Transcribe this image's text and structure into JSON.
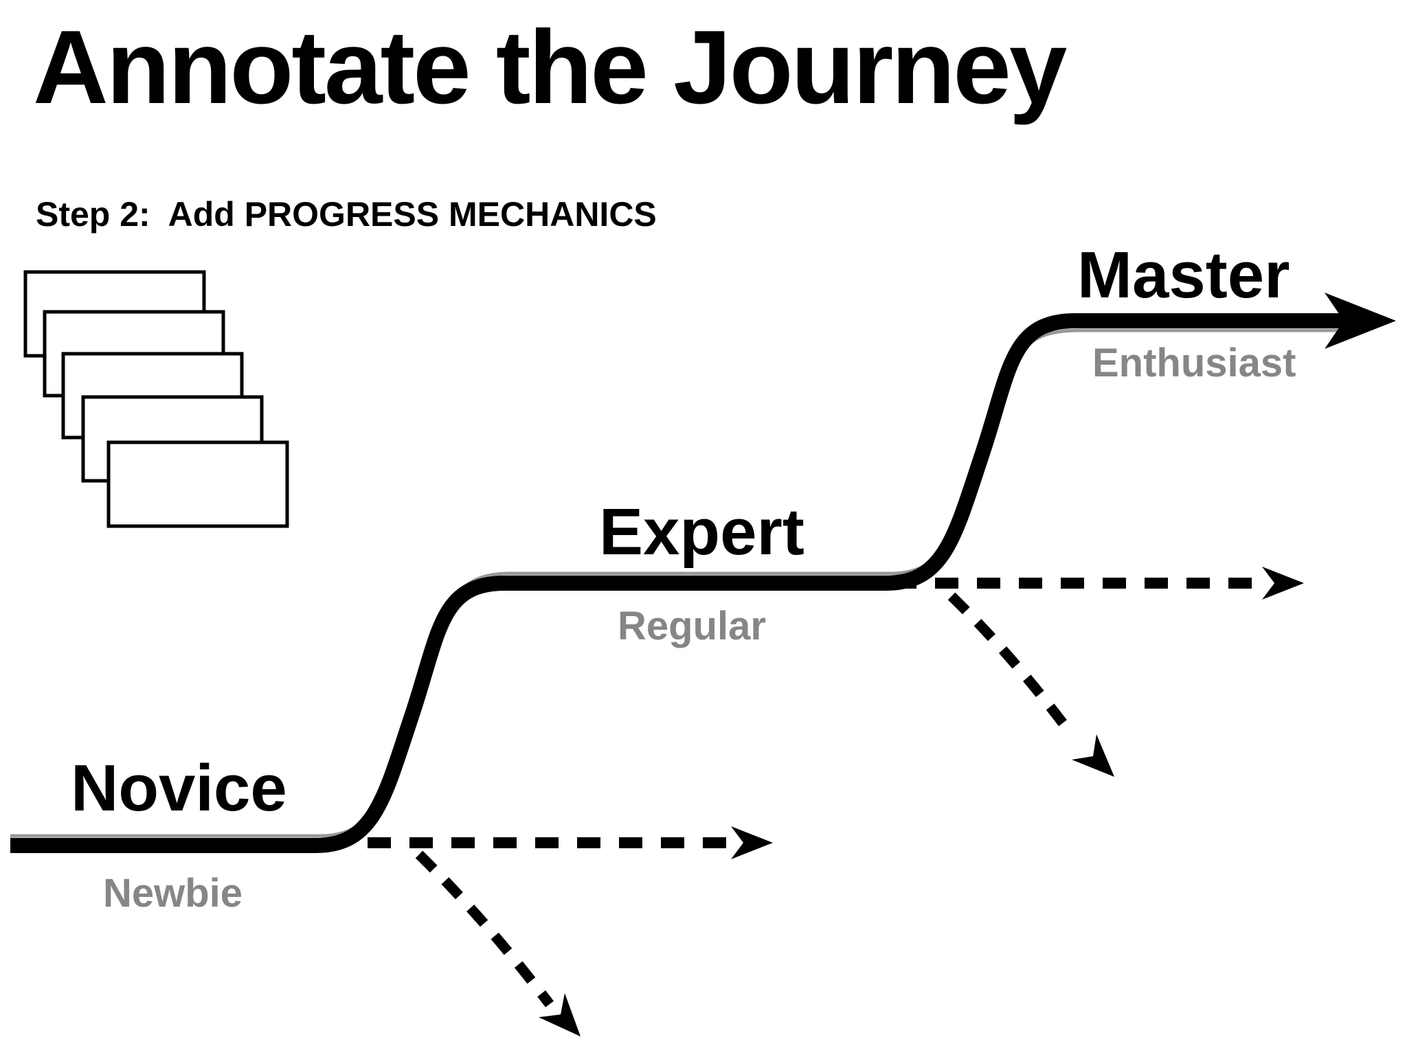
{
  "page": {
    "title": "Annotate the Journey",
    "step_label": "Step 2:  Add PROGRESS MECHANICS"
  },
  "journey": {
    "stages": [
      {
        "name": "Novice",
        "persona": "Newbie"
      },
      {
        "name": "Expert",
        "persona": "Regular"
      },
      {
        "name": "Master",
        "persona": "Enthusiast"
      }
    ]
  },
  "icons": [
    "stacked-cards-icon",
    "arrow-right-icon",
    "dashed-arrow-right-icon",
    "dashed-arrow-down-right-icon"
  ],
  "colors": {
    "text": "#000000",
    "muted_label": "#868686",
    "journey_line": "#000000",
    "underlying_line": "#999999",
    "card_fill": "#ffffff",
    "card_border": "#000000"
  }
}
